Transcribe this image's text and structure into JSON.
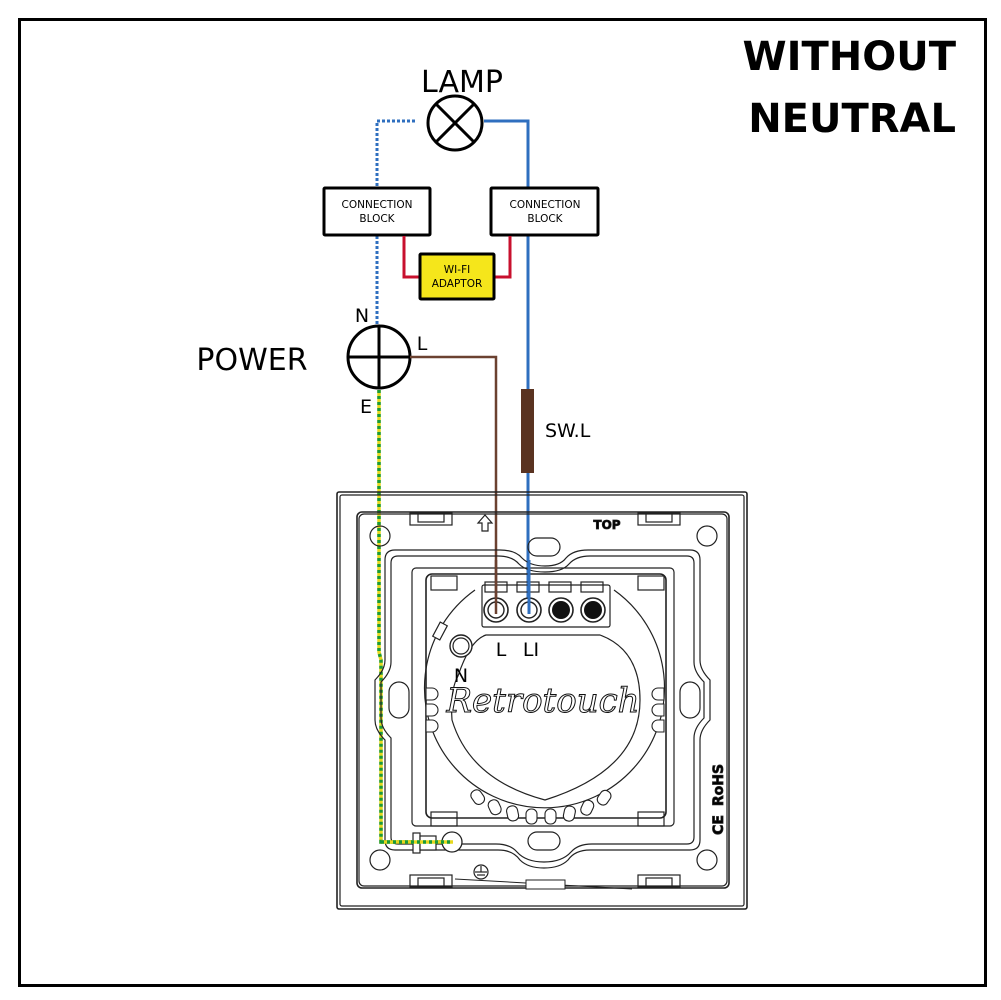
{
  "title": {
    "line1": "WITHOUT",
    "line2": "NEUTRAL"
  },
  "lamp": {
    "label": "LAMP",
    "icon": "lamp-symbol-icon"
  },
  "power": {
    "label": "POWER",
    "terminals": {
      "neutral": "N",
      "live": "L",
      "earth": "E"
    },
    "icon": "power-supply-symbol-icon"
  },
  "connection_blocks": [
    {
      "line1": "CONNECTION",
      "line2": "BLOCK"
    },
    {
      "line1": "CONNECTION",
      "line2": "BLOCK"
    }
  ],
  "wifi_adaptor": {
    "line1": "WI-FI",
    "line2": "ADAPTOR",
    "fill": "#f5e61b"
  },
  "switched_live": {
    "label": "SW.L",
    "color": "#5a3321"
  },
  "switch": {
    "brand": "Retrotouch",
    "top_label": "TOP",
    "terminals": {
      "l": "L",
      "l1": "LI",
      "n": "N"
    },
    "markings": {
      "rohs": "RoHS",
      "ce": "CE"
    }
  },
  "wire_colors": {
    "neutral": "#2f6fbf",
    "live": "#6b4130",
    "switched": "#2f6fbf",
    "adaptor": "#c8102e",
    "earth_green": "#1a9a3a",
    "earth_yellow": "#e6d81e"
  }
}
